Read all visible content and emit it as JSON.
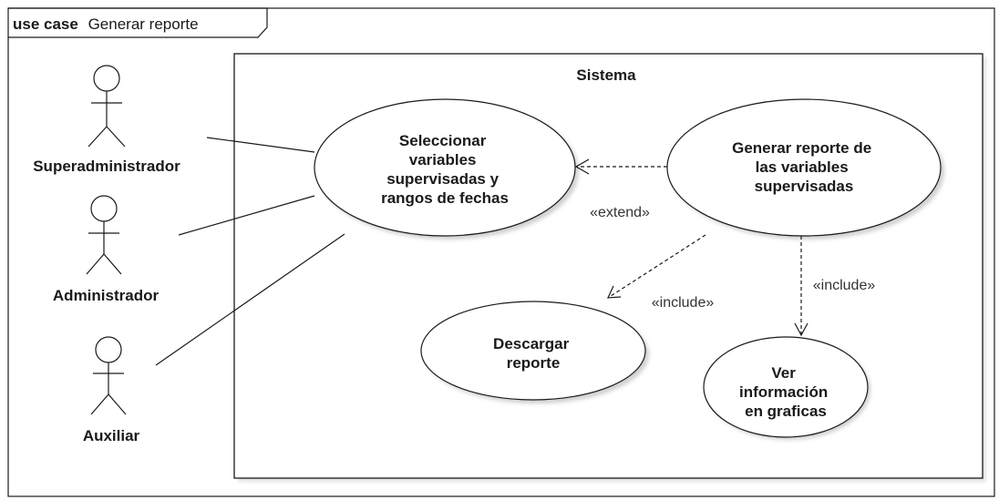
{
  "frame": {
    "keyword": "use case",
    "name": "Generar reporte"
  },
  "system": {
    "name": "Sistema"
  },
  "actors": [
    {
      "id": "superadministrador",
      "label": "Superadministrador"
    },
    {
      "id": "administrador",
      "label": "Administrador"
    },
    {
      "id": "auxiliar",
      "label": "Auxiliar"
    }
  ],
  "use_cases": {
    "seleccionar": [
      "Seleccionar",
      "variables",
      "supervisadas y",
      "rangos de fechas"
    ],
    "generar": [
      "Generar reporte de",
      "las variables",
      "supervisadas"
    ],
    "descargar": [
      "Descargar",
      "reporte"
    ],
    "ver": [
      "Ver",
      "información",
      "en graficas"
    ]
  },
  "relations": {
    "extend": "«extend»",
    "include_descargar": "«include»",
    "include_ver": "«include»"
  }
}
